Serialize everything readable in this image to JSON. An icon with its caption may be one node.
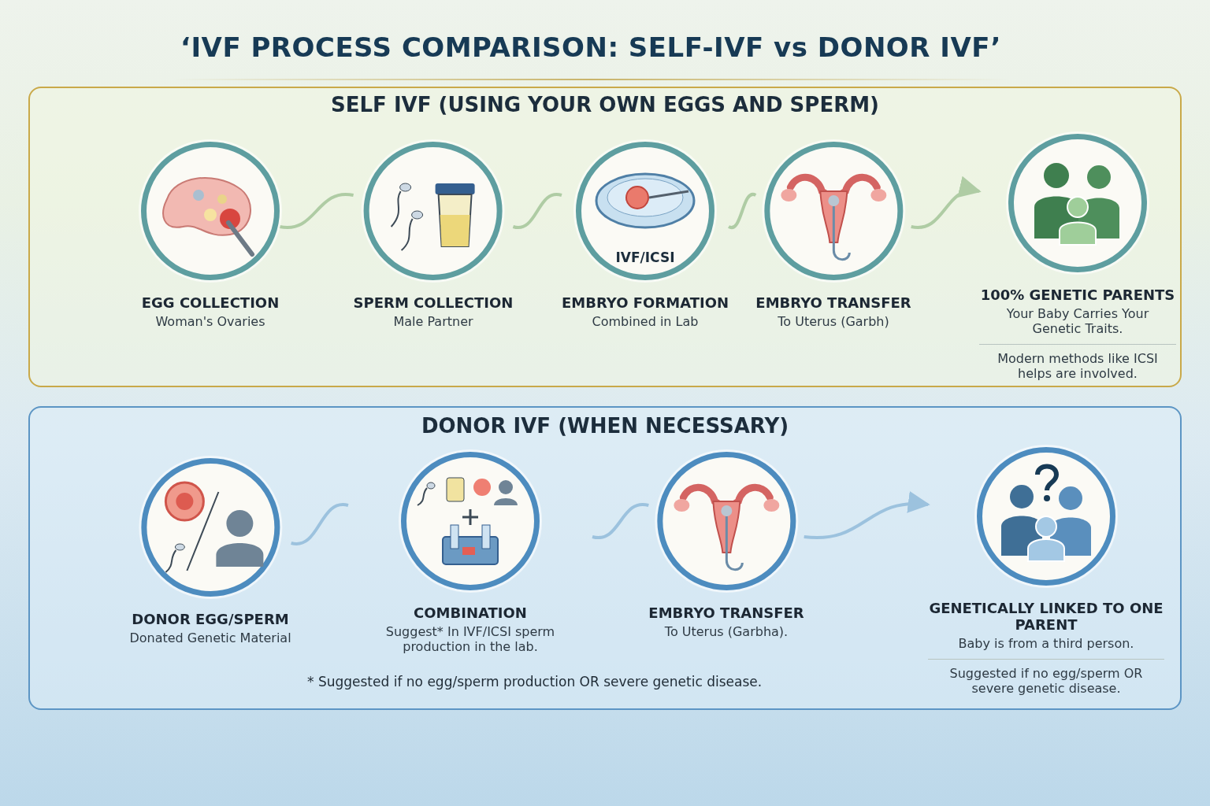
{
  "diagram": {
    "title": "‘IVF PROCESS COMPARISON: SELF-IVF vs DONOR IVF’",
    "nodes": [
      {
        "text": [
          "**SELF IVF** (USING YOUR OWN EGGS AND SPERM)"
        ]
      },
      {
        "text": [
          "EGG COLLECTION",
          "Woman's Ovaries"
        ],
        "in": 0
      },
      {
        "text": [
          "SPERM COLLECTION",
          "Male Partner"
        ],
        "in": 0
      },
      {
        "text": [
          "IVF/ICSI",
          "EMBRYO FORMATION",
          "Combined in Lab"
        ],
        "in": 0
      },
      {
        "text": [
          "EMBRYO TRANSFER",
          "To Uterus (Garbh)"
        ],
        "in": 0
      },
      {
        "text": [
          "100% GENETIC PARENTS",
          "Your Baby Carries Your Genetic Traits.",
          "Modern methods like ICSI helps are involved."
        ],
        "in": 0
      },
      {
        "text": [
          "**DONOR IVF** (WHEN NECESSARY)"
        ]
      },
      {
        "text": [
          "DONOR EGG/SPERM",
          "Donated Genetic Material"
        ],
        "in": 6
      },
      {
        "text": [
          "COMBINATION",
          "Suggest* In IVF/ICSI sperm production in the lab."
        ],
        "in": 6
      },
      {
        "text": [
          "EMBRYO TRANSFER",
          "To Uterus (Garbha)."
        ],
        "in": 6
      },
      {
        "text": [
          "GENETICALLY LINKED TO ONE PARENT",
          "Baby is from a third person.",
          "Suggested if no egg/sperm OR severe genetic disease."
        ],
        "in": 6
      }
    ],
    "edges": [
      {
        "from": 1,
        "to": 2,
        "arrow": "none",
        "color": "#5f9a5a"
      },
      {
        "from": 2,
        "to": 3,
        "arrow": "none",
        "color": "#5f9a5a"
      },
      {
        "from": 3,
        "to": 4,
        "arrow": "none",
        "color": "#5f9a5a"
      },
      {
        "from": 4,
        "to": 5,
        "arrow": "to",
        "color": "#5f9a5a"
      },
      {
        "from": 7,
        "to": 8,
        "arrow": "none",
        "color": "#4f8fbf"
      },
      {
        "from": 8,
        "to": 9,
        "arrow": "none",
        "color": "#4f8fbf"
      },
      {
        "from": 9,
        "to": 10,
        "arrow": "to",
        "color": "#4f8fbf"
      }
    ],
    "labels": [
      "* Suggested if no egg/sperm production OR severe genetic disease."
    ]
  }
}
